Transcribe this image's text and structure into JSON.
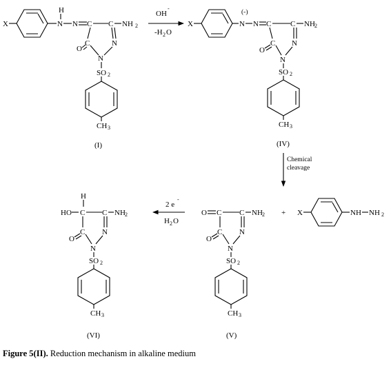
{
  "labels": {
    "I": "(I)",
    "IV": "(IV)",
    "V": "(V)",
    "VI": "(VI)"
  },
  "reagents": {
    "step1_top": "OH",
    "step1_top_sup": "-",
    "step1_bottom": "-H",
    "step1_bottom_sub": "2",
    "step1_bottom_end": "O",
    "step2_line1": "Chemical",
    "step2_line2": "cleavage",
    "step3_top": "2 e",
    "step3_top_sup": "-",
    "step3_bottom": "H",
    "step3_bottom_sub": "2",
    "step3_bottom_end": "O",
    "plus": "+"
  },
  "atoms": {
    "X": "X",
    "H": "H",
    "N": "N",
    "C": "C",
    "O": "O",
    "NH2": "NH",
    "sub2": "2",
    "SO2": "SO",
    "CH3": "CH",
    "sub3": "3",
    "HO": "HO",
    "NH": "NH",
    "minus": "(-)"
  },
  "caption": {
    "bold": "Figure 5(II).",
    "text": " Reduction mechanism in alkaline medium"
  }
}
